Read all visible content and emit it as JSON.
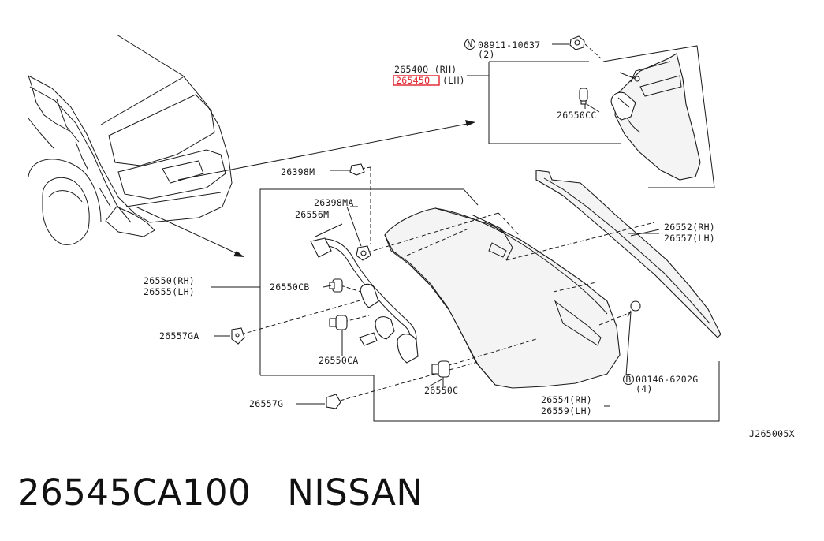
{
  "diagram": {
    "ref_code": "J265005X",
    "labels": {
      "n_08911": "08911-10637",
      "n_08911_qty": "(2)",
      "rh_26540q": "26540Q (RH)",
      "lh_26545q": "26545Q",
      "lh_suffix": "(LH)",
      "p_26550cc": "26550CC",
      "p_26398m": "26398M",
      "p_26398ma": "26398MA",
      "p_26556m": "26556M",
      "p_26552": "26552(RH)",
      "p_26557": "26557(LH)",
      "p_26550": "26550(RH)",
      "p_26555": "26555(LH)",
      "p_26550cb": "26550CB",
      "p_26557ga": "26557GA",
      "p_26550ca": "26550CA",
      "b_08146": "08146-6202G",
      "b_08146_qty": "(4)",
      "p_26550c": "26550C",
      "p_26554": "26554(RH)",
      "p_26559": "26559(LH)",
      "p_26557g": "26557G",
      "circle_n": "N",
      "circle_b": "B"
    },
    "highlight_color": "#e0202a"
  },
  "footer": {
    "part_number": "26545CA100",
    "brand": "NISSAN"
  }
}
